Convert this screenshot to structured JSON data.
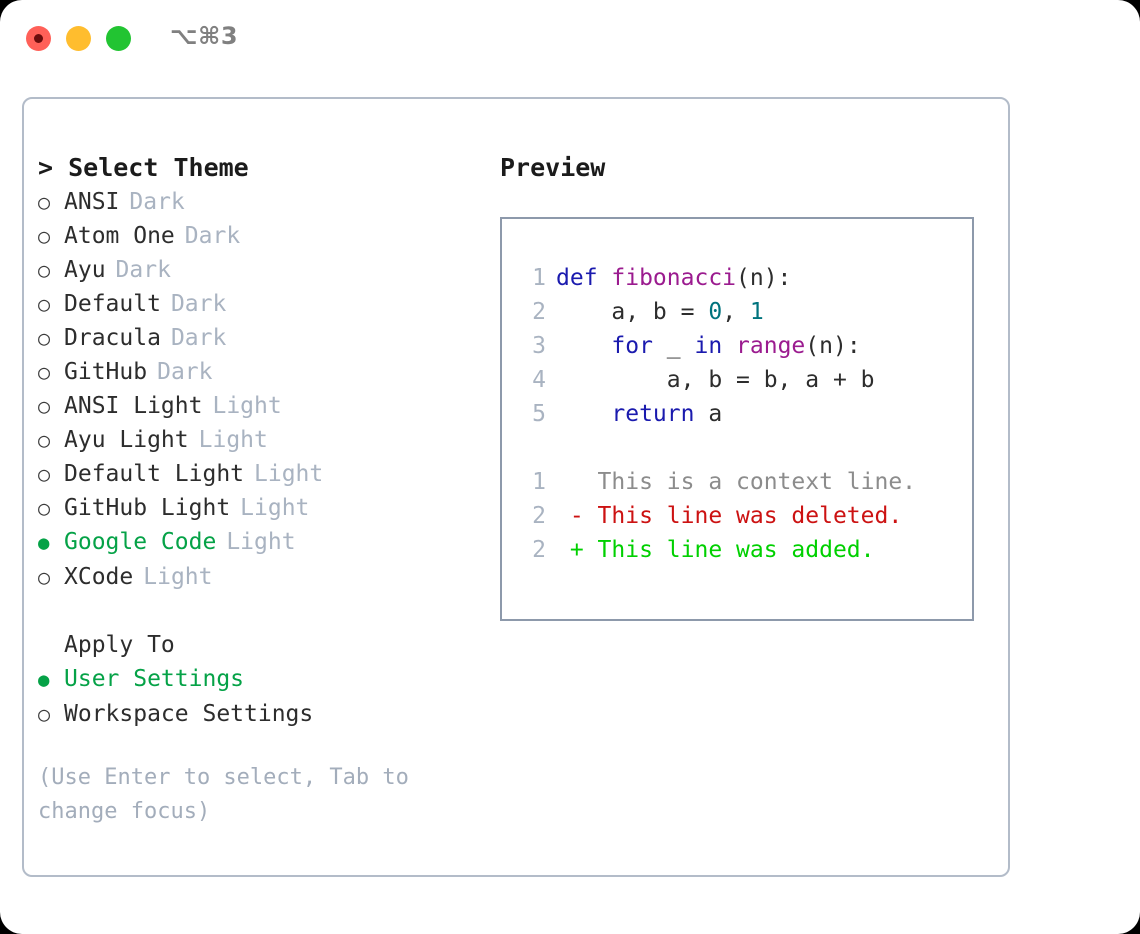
{
  "titlebar": {
    "shortcut": "⌥⌘3",
    "lights": [
      {
        "name": "close-button",
        "color": "#ff6058"
      },
      {
        "name": "minimize-button",
        "color": "#ffbd2e"
      },
      {
        "name": "maximize-button",
        "color": "#22c432"
      }
    ]
  },
  "theme_picker": {
    "heading": "> Select Theme",
    "options": [
      {
        "marker": "○",
        "label": "ANSI",
        "suffix": "Dark",
        "selected": false
      },
      {
        "marker": "○",
        "label": "Atom One",
        "suffix": "Dark",
        "selected": false
      },
      {
        "marker": "○",
        "label": "Ayu",
        "suffix": "Dark",
        "selected": false
      },
      {
        "marker": "○",
        "label": "Default",
        "suffix": "Dark",
        "selected": false
      },
      {
        "marker": "○",
        "label": "Dracula",
        "suffix": "Dark",
        "selected": false
      },
      {
        "marker": "○",
        "label": "GitHub",
        "suffix": "Dark",
        "selected": false
      },
      {
        "marker": "○",
        "label": "ANSI Light",
        "suffix": "Light",
        "selected": false
      },
      {
        "marker": "○",
        "label": "Ayu Light",
        "suffix": "Light",
        "selected": false
      },
      {
        "marker": "○",
        "label": "Default Light",
        "suffix": "Light",
        "selected": false
      },
      {
        "marker": "○",
        "label": "GitHub Light",
        "suffix": "Light",
        "selected": false
      },
      {
        "marker": "●",
        "label": "Google Code",
        "suffix": "Light",
        "selected": true
      },
      {
        "marker": "○",
        "label": "XCode",
        "suffix": "Light",
        "selected": false
      }
    ]
  },
  "apply_to": {
    "heading": "Apply To",
    "options": [
      {
        "marker": "●",
        "label": "User Settings",
        "selected": true
      },
      {
        "marker": "○",
        "label": "Workspace Settings",
        "selected": false
      }
    ]
  },
  "hint": "(Use Enter to select, Tab to\nchange focus)",
  "preview": {
    "title": "Preview",
    "code_lines": [
      {
        "no": "1",
        "tokens": [
          {
            "t": "def ",
            "c": "tok-kw"
          },
          {
            "t": "fibonacci",
            "c": "tok-fn"
          },
          {
            "t": "(n):",
            "c": "tok-pln"
          }
        ]
      },
      {
        "no": "2",
        "tokens": [
          {
            "t": "    a, b = ",
            "c": "tok-pln"
          },
          {
            "t": "0",
            "c": "tok-num"
          },
          {
            "t": ", ",
            "c": "tok-pln"
          },
          {
            "t": "1",
            "c": "tok-num"
          }
        ]
      },
      {
        "no": "3",
        "tokens": [
          {
            "t": "    ",
            "c": "tok-pln"
          },
          {
            "t": "for",
            "c": "tok-kw"
          },
          {
            "t": " _ ",
            "c": "tok-pln"
          },
          {
            "t": "in",
            "c": "tok-kw"
          },
          {
            "t": " ",
            "c": "tok-pln"
          },
          {
            "t": "range",
            "c": "tok-fn"
          },
          {
            "t": "(n):",
            "c": "tok-pln"
          }
        ]
      },
      {
        "no": "4",
        "tokens": [
          {
            "t": "        a, b = b, a + b",
            "c": "tok-pln"
          }
        ]
      },
      {
        "no": "5",
        "tokens": [
          {
            "t": "    ",
            "c": "tok-pln"
          },
          {
            "t": "return",
            "c": "tok-kw"
          },
          {
            "t": " a",
            "c": "tok-pln"
          }
        ]
      }
    ],
    "diff_lines": [
      {
        "no": "1",
        "tokens": [
          {
            "t": "   This is a context line.",
            "c": "tok-ctx"
          }
        ]
      },
      {
        "no": "2",
        "tokens": [
          {
            "t": " - This line was deleted.",
            "c": "tok-del"
          }
        ]
      },
      {
        "no": "2",
        "tokens": [
          {
            "t": " + This line was added.",
            "c": "tok-add"
          }
        ]
      }
    ]
  },
  "colors": {
    "accent_green": "#05a247",
    "muted": "#a9b3c1",
    "keyword": "#1a1aae",
    "function": "#9b1b8f",
    "number": "#00737d",
    "diff_delete": "#cc1212",
    "diff_add": "#00d000",
    "panel_border": "#b3bcc9",
    "preview_border": "#8d99ab"
  }
}
